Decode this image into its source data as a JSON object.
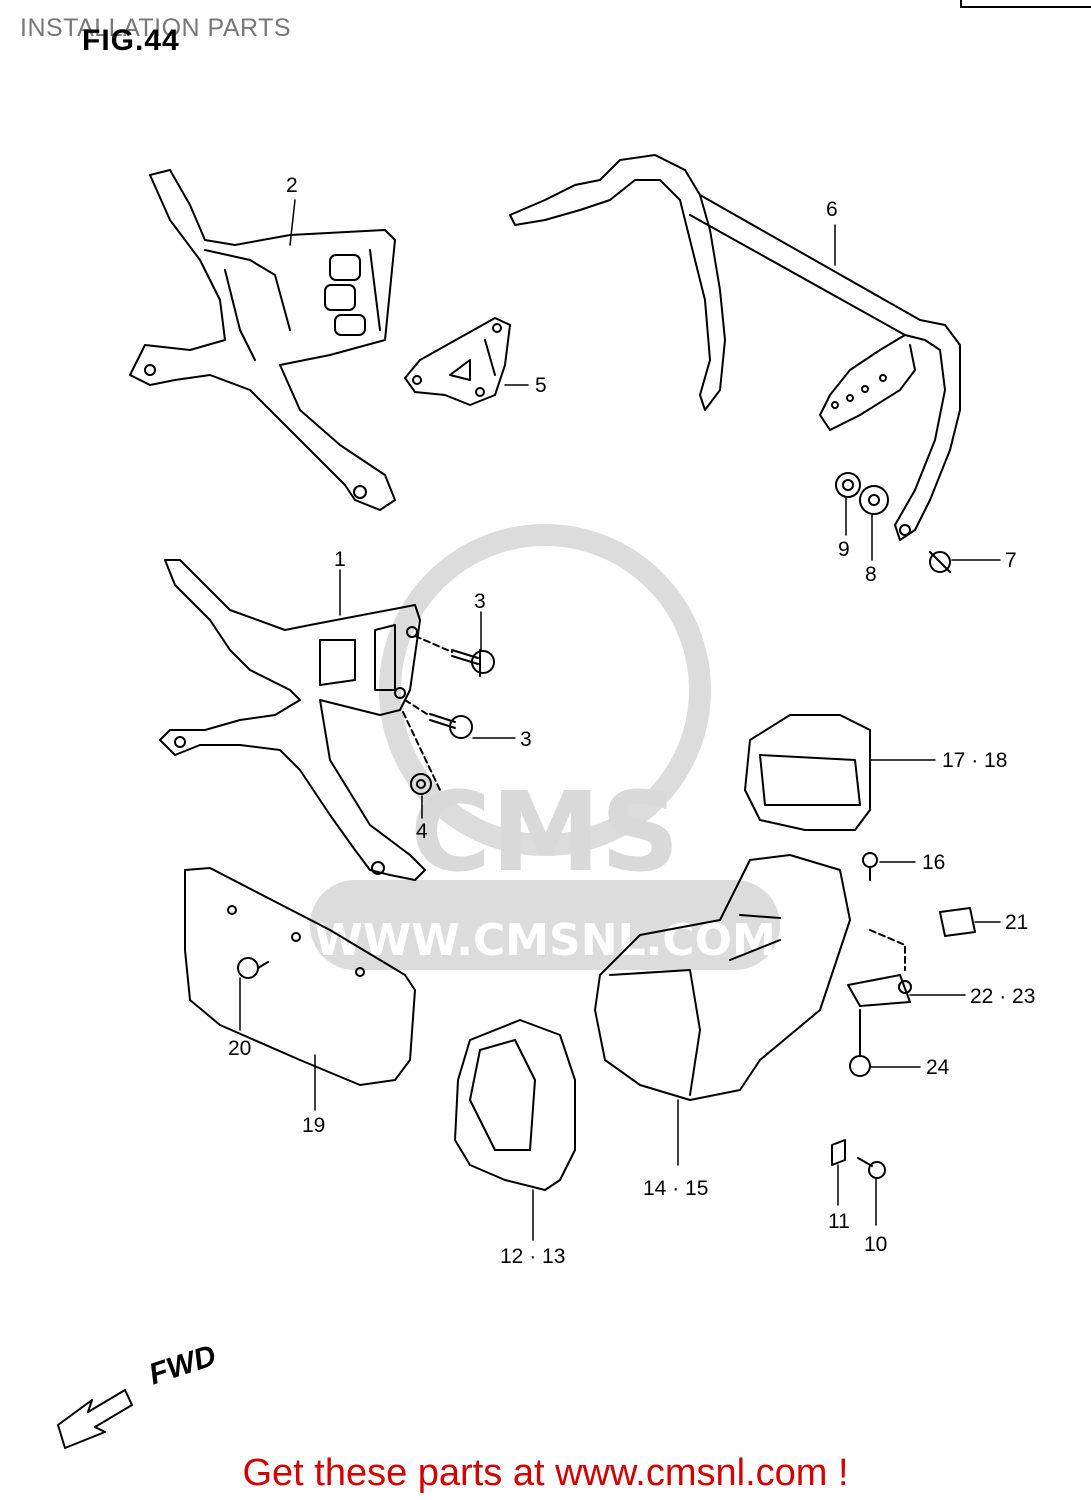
{
  "header": {
    "title": "INSTALLATION PARTS"
  },
  "figure": {
    "label": "FIG.44"
  },
  "watermark": {
    "brand": "CMS",
    "url": "WWW.CMSNL.COM"
  },
  "direction": {
    "label": "FWD"
  },
  "promo": {
    "text": "Get these parts at www.cmsnl.com !"
  },
  "callouts": [
    {
      "id": "c2",
      "text": "2"
    },
    {
      "id": "c6",
      "text": "6"
    },
    {
      "id": "c5",
      "text": "5"
    },
    {
      "id": "c9",
      "text": "9"
    },
    {
      "id": "c8",
      "text": "8"
    },
    {
      "id": "c7",
      "text": "7"
    },
    {
      "id": "c1",
      "text": "1"
    },
    {
      "id": "c3a",
      "text": "3"
    },
    {
      "id": "c3b",
      "text": "3"
    },
    {
      "id": "c4",
      "text": "4"
    },
    {
      "id": "c1718",
      "text": "17 · 18"
    },
    {
      "id": "c16",
      "text": "16"
    },
    {
      "id": "c21",
      "text": "21"
    },
    {
      "id": "c2223",
      "text": "22 · 23"
    },
    {
      "id": "c24",
      "text": "24"
    },
    {
      "id": "c20",
      "text": "20"
    },
    {
      "id": "c19",
      "text": "19"
    },
    {
      "id": "c1415",
      "text": "14 · 15"
    },
    {
      "id": "c1213",
      "text": "12 · 13"
    },
    {
      "id": "c11",
      "text": "11"
    },
    {
      "id": "c10",
      "text": "10"
    }
  ],
  "colors": {
    "promo": "#d40000",
    "watermark": "#d9d9d9",
    "ink": "#000000"
  }
}
